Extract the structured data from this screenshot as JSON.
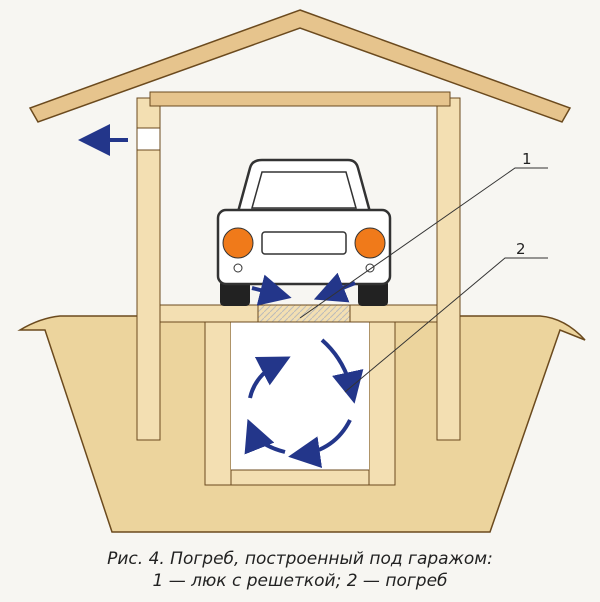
{
  "figure": {
    "labels": {
      "one": "1",
      "two": "2"
    },
    "caption_line1": "Рис. 4. Погреб, построенный под гаражом:",
    "caption_line2": "1 — люк с решеткой; 2 — погреб"
  },
  "colors": {
    "wood": "#f3dfb2",
    "roof": "#e6c48d",
    "ground": "#ecd49d",
    "arrow": "#23368a",
    "headlight": "#f07a1a"
  }
}
